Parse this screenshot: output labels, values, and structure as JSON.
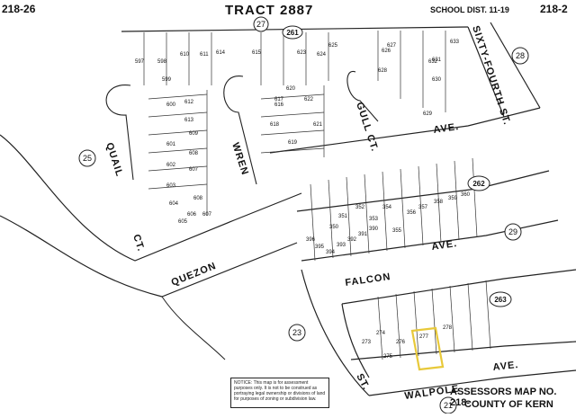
{
  "header": {
    "page_left": "218-26",
    "tract": "TRACT 2887",
    "school_district": "SCHOOL DIST. 11-19",
    "page_right": "218-2"
  },
  "streets": {
    "quail_ct": "QUAIL",
    "quail_ct_suffix": "CT.",
    "wren": "WREN",
    "gull_ct": "GULL CT.",
    "sixty_fourth": "SIXTY-FOURTH ST.",
    "ave_upper": "AVE.",
    "ave_middle": "AVE.",
    "falcon": "FALCON",
    "quezon": "QUEZON",
    "walpole": "WALPOLE",
    "walpole_ave": "AVE.",
    "st_bottom": "ST."
  },
  "lot_numbers": [
    "597",
    "598",
    "610",
    "611",
    "612",
    "613",
    "614",
    "615",
    "616",
    "617",
    "618",
    "619",
    "620",
    "621",
    "622",
    "623",
    "624",
    "625",
    "626",
    "627",
    "628",
    "629",
    "630",
    "631",
    "632",
    "633",
    "599",
    "600",
    "601",
    "602",
    "603",
    "604",
    "605",
    "606",
    "607",
    "608",
    "609",
    "608",
    "607",
    "350",
    "351",
    "352",
    "353",
    "354",
    "355",
    "356",
    "357",
    "358",
    "359",
    "360",
    "396",
    "395",
    "394",
    "393",
    "392",
    "391",
    "390",
    "277",
    "278",
    "276",
    "275",
    "274",
    "273"
  ],
  "circled_numbers": [
    "27",
    "25",
    "28",
    "29",
    "23",
    "21",
    "262",
    "263",
    "261"
  ],
  "assessor": {
    "title": "ASSESSORS MAP NO. 218-",
    "county": "COUNTY OF KERN"
  },
  "notice_text": "NOTICE: This map is for assessment purposes only. It is not to be construed as portraying legal ownership or divisions of land for purposes of zoning or subdivision law.",
  "highlight_color": "#e8c93a"
}
